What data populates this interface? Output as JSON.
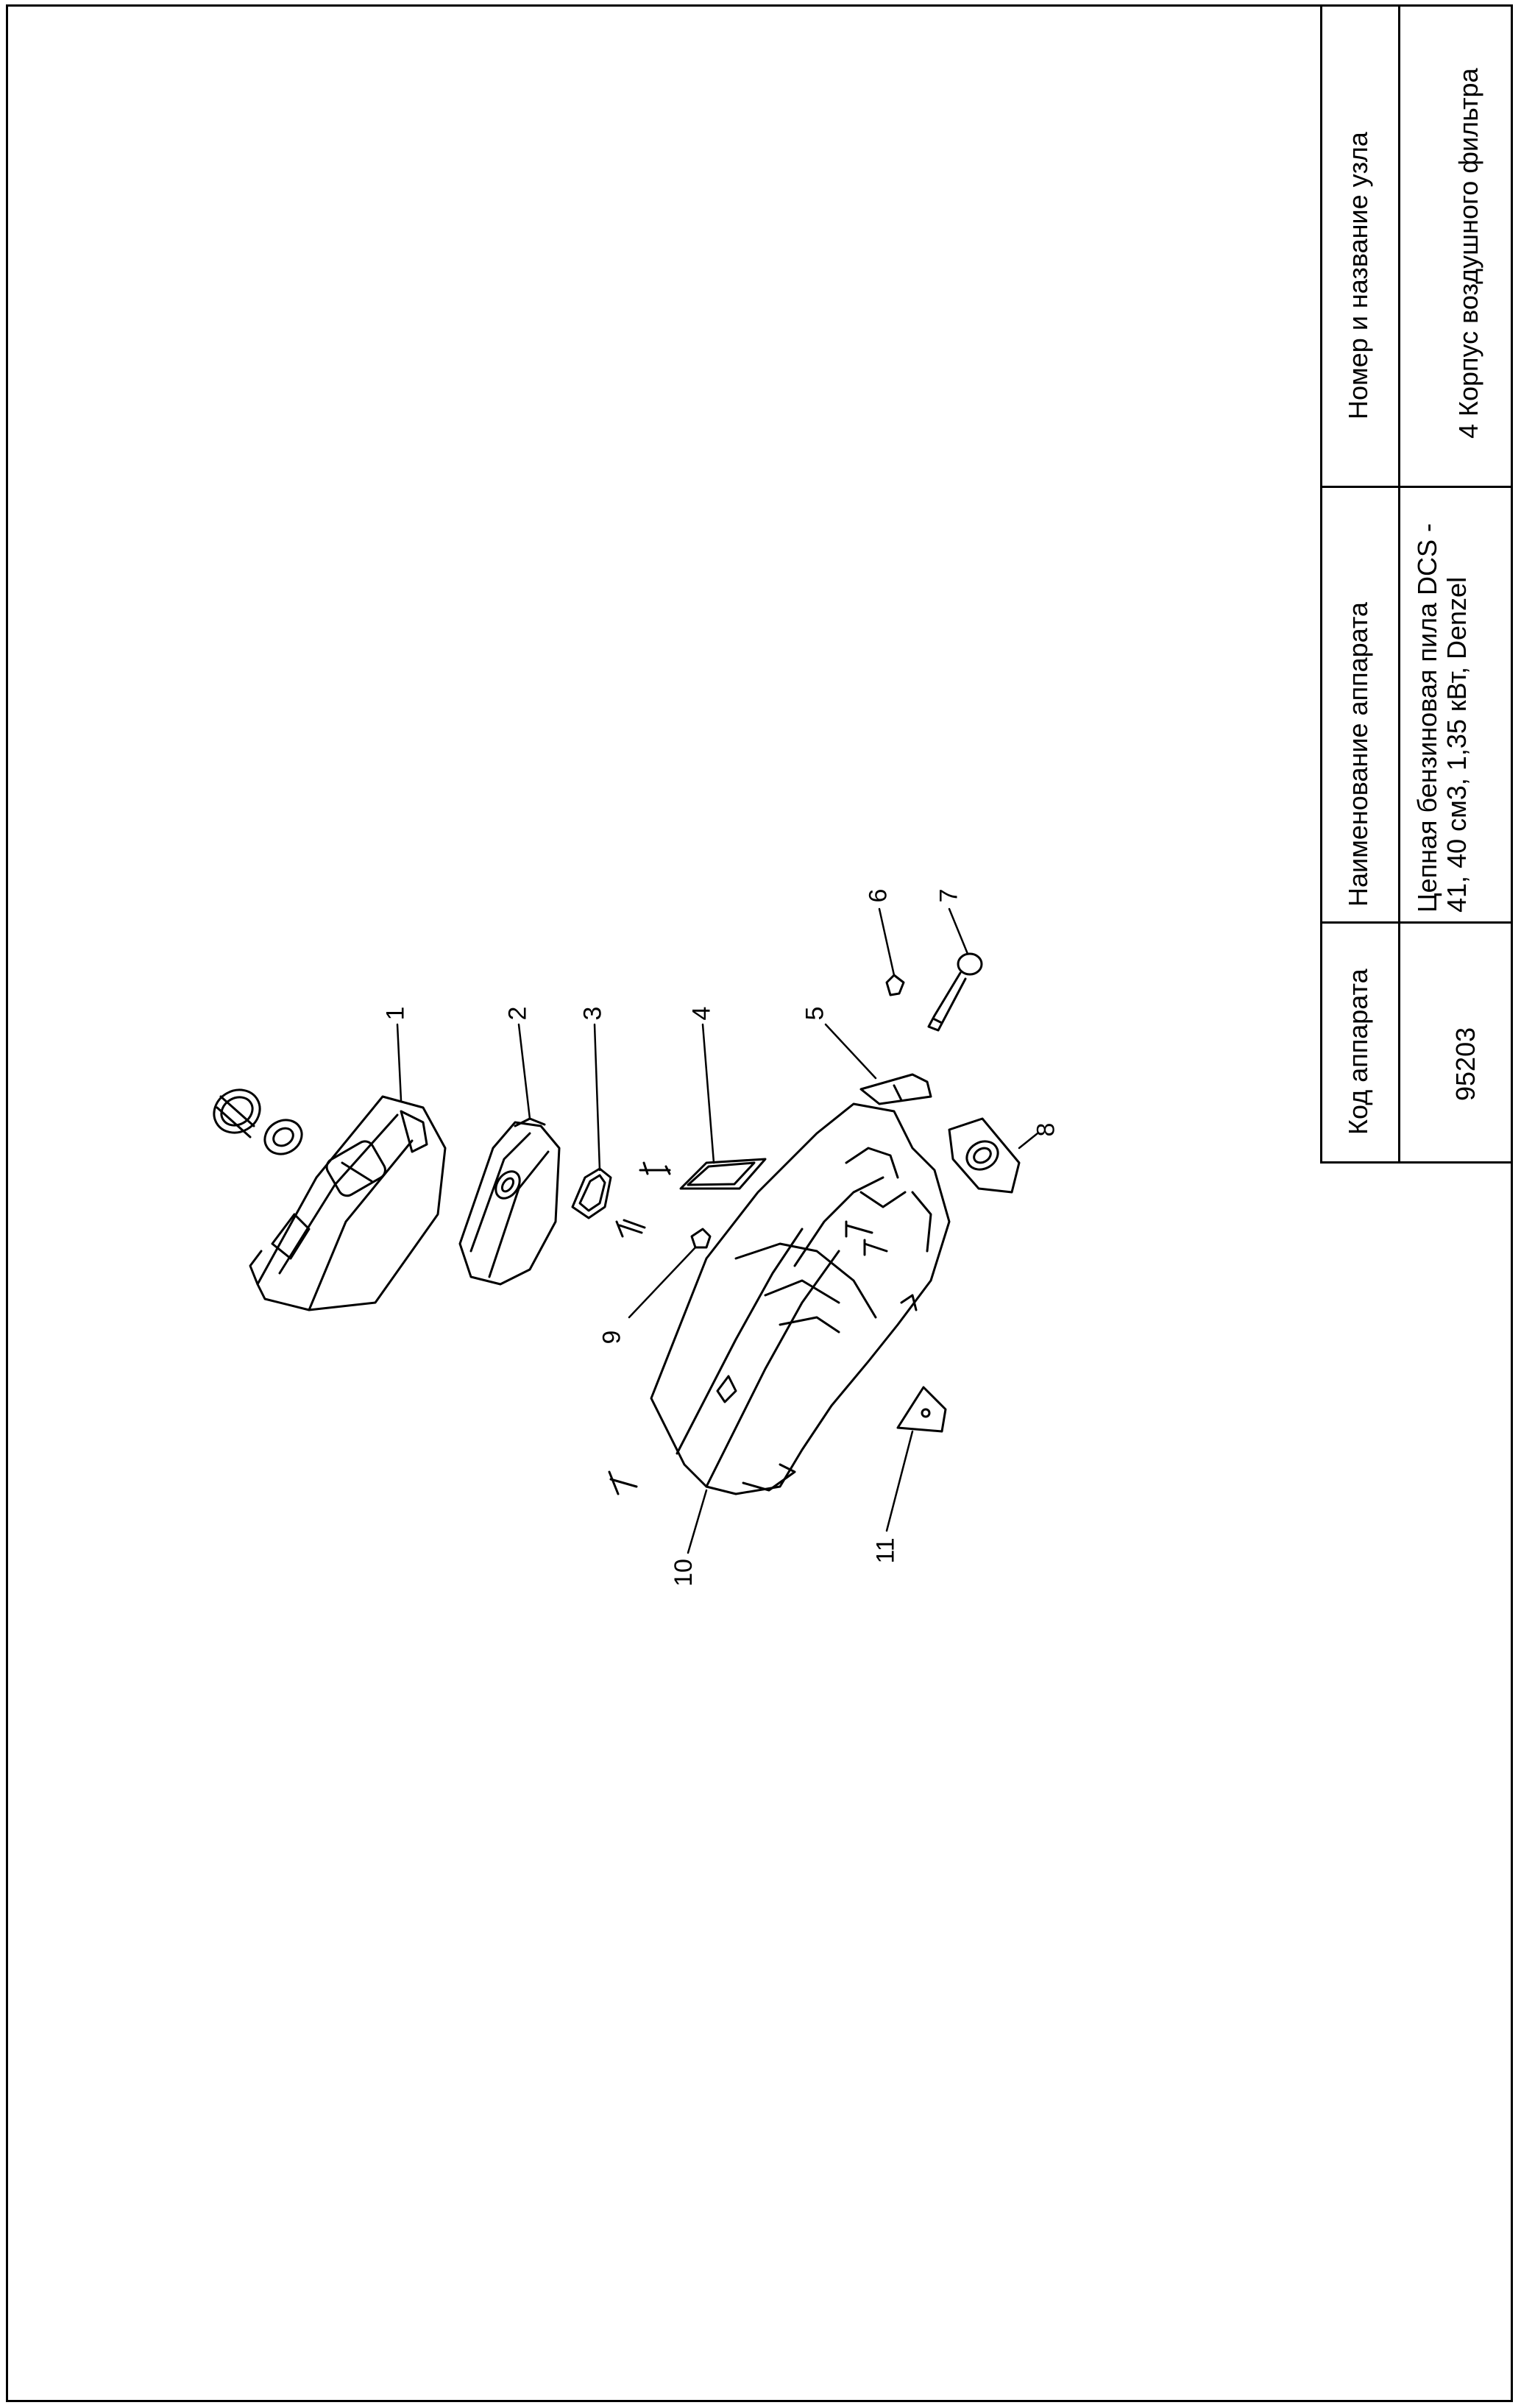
{
  "title_block": {
    "header_code": "Код аппарата",
    "header_name": "Наименование аппарата",
    "header_node": "Номер и название узла",
    "value_code": "95203",
    "value_name": "Цепная бензиновая пила DCS - 41, 40 см3, 1,35 кВт, Denzel",
    "value_node": "4 Корпус воздушного фильтра"
  },
  "callouts": [
    "1",
    "2",
    "3",
    "4",
    "5",
    "6",
    "7",
    "8",
    "9",
    "10",
    "11"
  ],
  "icons": {
    "diagram": "exploded-parts-drawing"
  }
}
